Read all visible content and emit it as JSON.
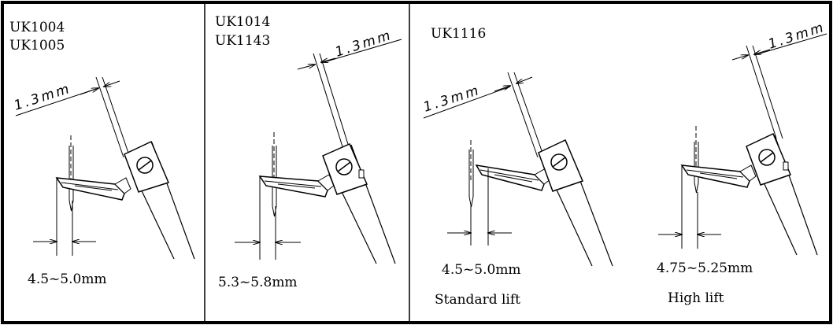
{
  "panels": [
    {
      "models": [
        "UK1004",
        "UK1005"
      ],
      "gap_label": "1.3mm",
      "dimension": "4.5~5.0mm",
      "caption": ""
    },
    {
      "models": [
        "UK1014",
        "UK1143"
      ],
      "gap_label": "1.3mm",
      "dimension": "5.3~5.8mm",
      "caption": ""
    },
    {
      "models": [
        "UK1116"
      ],
      "gap_label": "1.3mm",
      "dimension": "4.5~5.0mm",
      "caption": "Standard lift"
    },
    {
      "models": [],
      "gap_label": "1.3mm",
      "dimension": "4.75~5.25mm",
      "caption": "High lift"
    }
  ],
  "colors": {
    "ink": "#000000",
    "paper": "#ffffff"
  }
}
